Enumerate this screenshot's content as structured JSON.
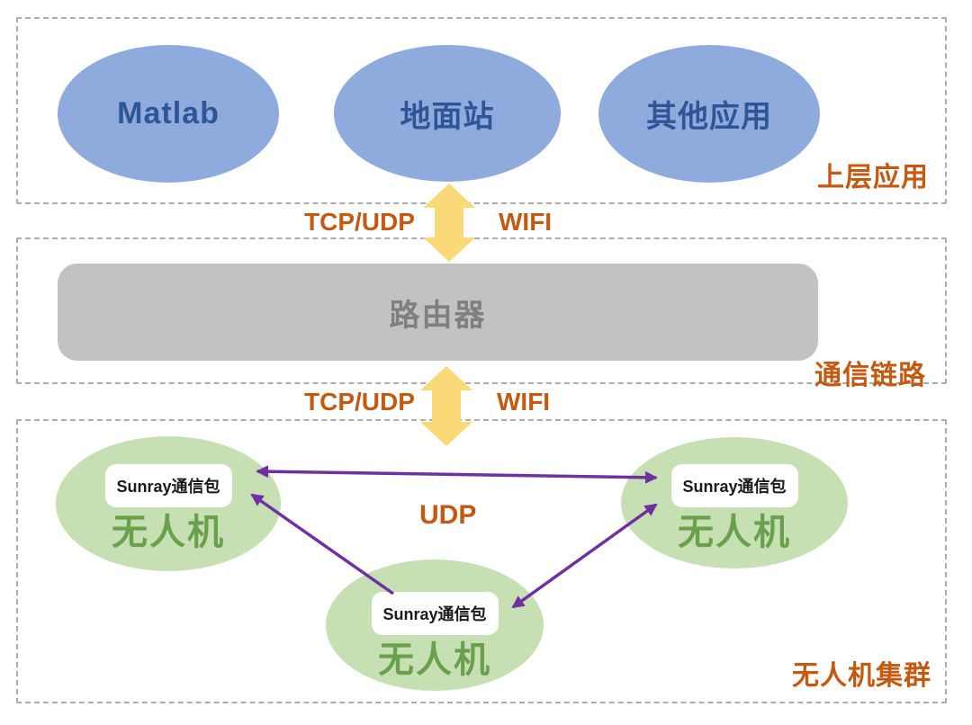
{
  "layers": {
    "upper": {
      "tag": "上层应用",
      "apps": [
        {
          "label": "Matlab"
        },
        {
          "label": "地面站"
        },
        {
          "label": "其他应用"
        }
      ]
    },
    "link": {
      "tag": "通信链路",
      "router_label": "路由器"
    },
    "swarm": {
      "tag": "无人机集群",
      "protocol_label": "UDP",
      "drones": [
        {
          "package": "Sunray通信包",
          "name": "无人机"
        },
        {
          "package": "Sunray通信包",
          "name": "无人机"
        },
        {
          "package": "Sunray通信包",
          "name": "无人机"
        }
      ]
    }
  },
  "connections": [
    {
      "protocol": "TCP/UDP",
      "medium": "WIFI"
    },
    {
      "protocol": "TCP/UDP",
      "medium": "WIFI"
    }
  ],
  "colors": {
    "app_fill": "#8FAADC",
    "app_text": "#2F5597",
    "drone_fill": "#C6E0B4",
    "drone_text": "#6AA04D",
    "router_fill": "#C2C2C2",
    "router_text": "#7F7F7F",
    "accent_orange": "#C45911",
    "arrow_yellow": "#F9D978",
    "arrow_purple": "#7030A0",
    "dash_border": "#ACACAC"
  }
}
